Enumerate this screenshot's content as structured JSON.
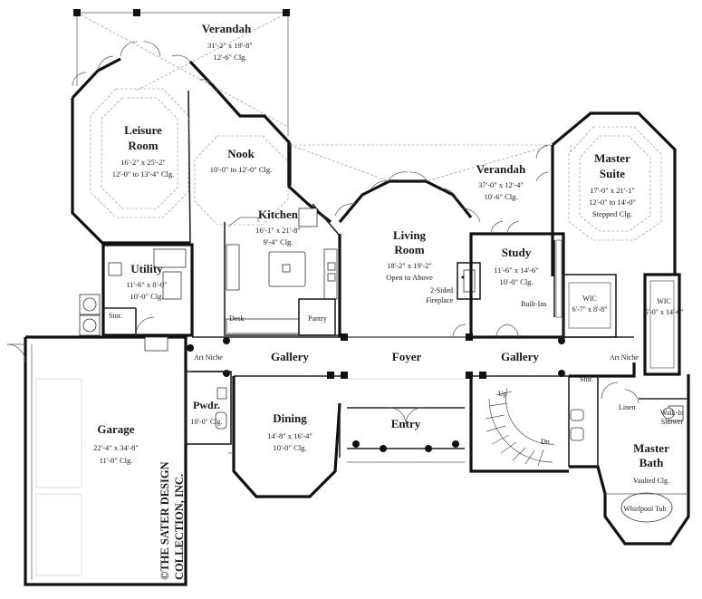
{
  "rooms": {
    "verandah_top": {
      "name": "Verandah",
      "dims": "31'-2\" x 19'-8\"",
      "clg": "12'-6\" Clg."
    },
    "leisure": {
      "name1": "Leisure",
      "name2": "Room",
      "dims": "16'-2\" x 25'-2\"",
      "clg": "12'-0\" to 13'-4\" Clg."
    },
    "nook": {
      "name": "Nook",
      "clg": "10'-0\" to 12'-0\" Clg."
    },
    "kitchen": {
      "name": "Kitchen",
      "dims": "16'-1\" x 21'-8\"",
      "clg": "9'-4\" Clg."
    },
    "utility": {
      "name": "Utility",
      "dims": "11'-6\" x 8'-0\"",
      "clg": "10'-0\" Clg."
    },
    "living": {
      "name1": "Living",
      "name2": "Room",
      "dims": "18'-2\" x 19'-2\"",
      "note": "Open to Above"
    },
    "verandah_mid": {
      "name": "Verandah",
      "dims": "37'-0\" x 12'-4\"",
      "clg": "10'-6\" Clg."
    },
    "study": {
      "name": "Study",
      "dims": "11'-6\" x 14'-6\"",
      "clg": "10'-0\" Clg."
    },
    "master_suite": {
      "name1": "Master",
      "name2": "Suite",
      "dims": "17'-0\" x 21'-1\"",
      "clg": "12'-0\" to 14'-0\"",
      "clg2": "Stepped Clg."
    },
    "wic1": {
      "name": "WIC",
      "dims": "6'-7\" x 8'-8\""
    },
    "wic2": {
      "name": "WIC",
      "dims": "5'-0\" x 14'-6\""
    },
    "gallery_left": {
      "name": "Gallery"
    },
    "foyer": {
      "name": "Foyer"
    },
    "gallery_right": {
      "name": "Gallery"
    },
    "garage": {
      "name": "Garage",
      "dims": "22'-4\" x 34'-8\"",
      "clg": "11'-8\" Clg."
    },
    "pwdr": {
      "name": "Pwdr.",
      "clg": "10'-0\" Clg."
    },
    "dining": {
      "name": "Dining",
      "dims": "14'-8\" x 16'-4\"",
      "clg": "10'-0\" Clg."
    },
    "entry": {
      "name": "Entry"
    },
    "master_bath": {
      "name1": "Master",
      "name2": "Bath",
      "clg": "Vaulted Clg."
    }
  },
  "labels": {
    "fireplace1": "2-Sided",
    "fireplace2": "Fireplace",
    "built_ins": "Built-Ins",
    "desk": "Desk",
    "pantry": "Pantry",
    "stor_left": "Stor.",
    "stor_right": "Stor.",
    "art_niche_left": "Art Niche",
    "art_niche_right": "Art Niche",
    "linen": "Linen",
    "walk_in_1": "Walk-In",
    "walk_in_2": "Shower",
    "whirlpool": "Whirlpool Tub",
    "up": "Up",
    "dn": "Dn"
  },
  "copyright": {
    "line1": "©THE SATER DESIGN",
    "line2": "COLLECTION, INC."
  }
}
